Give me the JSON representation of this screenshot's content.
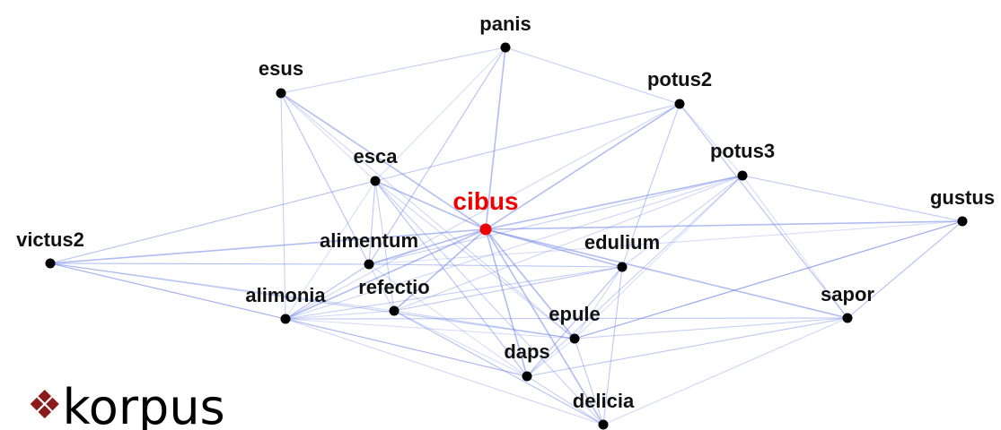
{
  "network": {
    "center_word": "cibus",
    "words": [
      "panis",
      "esus",
      "potus2",
      "esca",
      "potus3",
      "cibus",
      "gustus",
      "victus2",
      "alimentum",
      "edulium",
      "refectio",
      "alimonia",
      "sapor",
      "epule",
      "daps",
      "delicia"
    ],
    "edges": [
      [
        "cibus",
        "panis"
      ],
      [
        "cibus",
        "esus"
      ],
      [
        "cibus",
        "potus2"
      ],
      [
        "cibus",
        "esca"
      ],
      [
        "cibus",
        "potus3"
      ],
      [
        "cibus",
        "gustus"
      ],
      [
        "cibus",
        "victus2"
      ],
      [
        "cibus",
        "alimentum"
      ],
      [
        "cibus",
        "edulium"
      ],
      [
        "cibus",
        "refectio"
      ],
      [
        "cibus",
        "alimonia"
      ],
      [
        "cibus",
        "sapor"
      ],
      [
        "cibus",
        "epule"
      ],
      [
        "cibus",
        "daps"
      ],
      [
        "cibus",
        "delicia"
      ],
      [
        "esus",
        "esca"
      ],
      [
        "esus",
        "alimonia"
      ],
      [
        "esus",
        "alimentum"
      ],
      [
        "esus",
        "epule"
      ],
      [
        "esca",
        "alimentum"
      ],
      [
        "esca",
        "alimonia"
      ],
      [
        "esca",
        "refectio"
      ],
      [
        "esca",
        "daps"
      ],
      [
        "esca",
        "epule"
      ],
      [
        "esca",
        "potus2"
      ],
      [
        "esca",
        "panis"
      ],
      [
        "esca",
        "delicia"
      ],
      [
        "alimentum",
        "alimonia"
      ],
      [
        "alimentum",
        "refectio"
      ],
      [
        "alimentum",
        "edulium"
      ],
      [
        "alimentum",
        "daps"
      ],
      [
        "alimentum",
        "potus3"
      ],
      [
        "alimentum",
        "victus2"
      ],
      [
        "alimonia",
        "refectio"
      ],
      [
        "alimonia",
        "daps"
      ],
      [
        "alimonia",
        "epule"
      ],
      [
        "alimonia",
        "edulium"
      ],
      [
        "alimonia",
        "victus2"
      ],
      [
        "alimonia",
        "potus3"
      ],
      [
        "alimonia",
        "sapor"
      ],
      [
        "refectio",
        "daps"
      ],
      [
        "refectio",
        "epule"
      ],
      [
        "refectio",
        "delicia"
      ],
      [
        "refectio",
        "potus3"
      ],
      [
        "refectio",
        "edulium"
      ],
      [
        "daps",
        "epule"
      ],
      [
        "daps",
        "delicia"
      ],
      [
        "daps",
        "edulium"
      ],
      [
        "epule",
        "edulium"
      ],
      [
        "epule",
        "delicia"
      ],
      [
        "epule",
        "potus3"
      ],
      [
        "epule",
        "sapor"
      ],
      [
        "epule",
        "gustus"
      ],
      [
        "edulium",
        "potus3"
      ],
      [
        "edulium",
        "potus2"
      ],
      [
        "potus2",
        "potus3"
      ],
      [
        "potus2",
        "panis"
      ],
      [
        "potus2",
        "sapor"
      ],
      [
        "potus2",
        "alimonia"
      ],
      [
        "potus3",
        "gustus"
      ],
      [
        "potus3",
        "sapor"
      ],
      [
        "potus3",
        "daps"
      ],
      [
        "sapor",
        "gustus"
      ],
      [
        "sapor",
        "delicia"
      ],
      [
        "sapor",
        "daps"
      ],
      [
        "gustus",
        "alimentum"
      ],
      [
        "gustus",
        "epule"
      ],
      [
        "victus2",
        "esca"
      ],
      [
        "victus2",
        "refectio"
      ],
      [
        "victus2",
        "epule"
      ],
      [
        "victus2",
        "daps"
      ],
      [
        "panis",
        "esus"
      ],
      [
        "panis",
        "alimentum"
      ],
      [
        "delicia",
        "alimonia"
      ],
      [
        "delicia",
        "edulium"
      ]
    ]
  },
  "footer": {
    "bullet": "❖",
    "title": "korpus"
  },
  "colors": {
    "edge": "#6f86e8",
    "node": "#000000",
    "center_node": "#ee0000"
  }
}
